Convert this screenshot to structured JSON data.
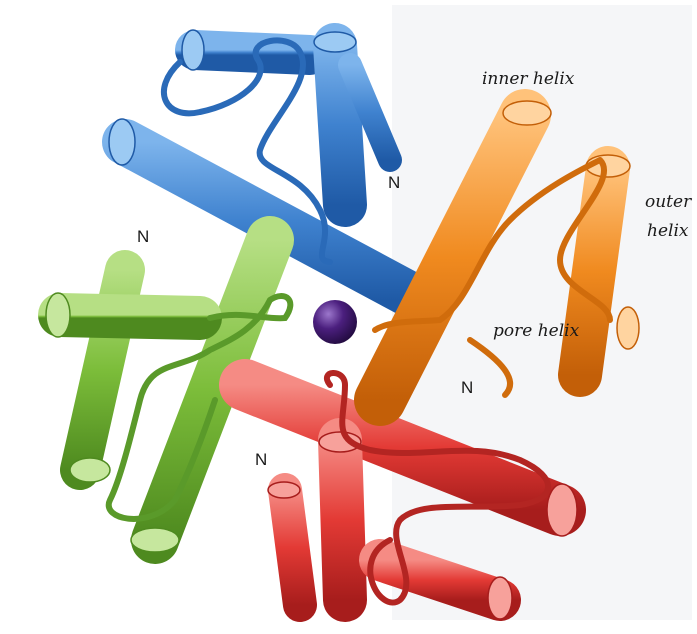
{
  "labels": {
    "inner_helix": "inner helix",
    "outer_helix_line1": "outer",
    "outer_helix_line2": "helix",
    "pore_helix": "pore helix",
    "n_terminus": "N"
  },
  "subunits": [
    {
      "name": "blue",
      "color": "#3f82cf"
    },
    {
      "name": "orange",
      "color": "#f08a1f"
    },
    {
      "name": "red",
      "color": "#e33a35"
    },
    {
      "name": "green",
      "color": "#7cbd3a"
    }
  ],
  "ion": {
    "color": "#3a1466"
  }
}
